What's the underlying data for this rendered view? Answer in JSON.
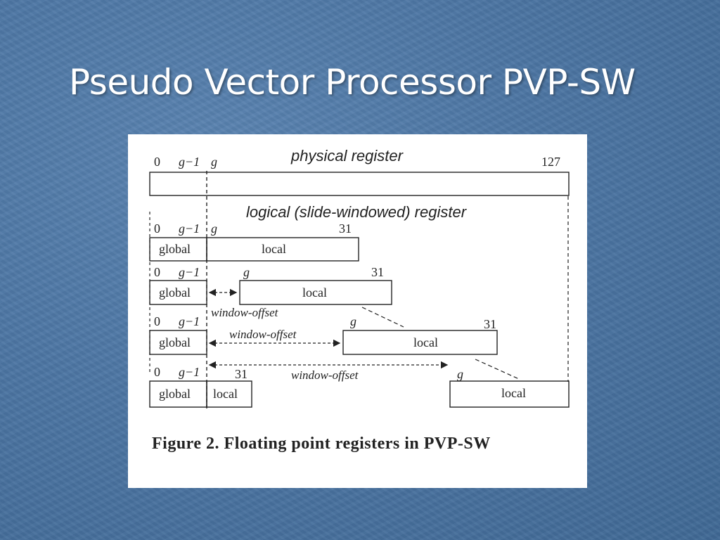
{
  "slide": {
    "title": "Pseudo Vector Processor PVP-SW"
  },
  "figure": {
    "physical": {
      "label": "physical register",
      "tick_0": "0",
      "tick_g_minus_1": "g−1",
      "tick_g": "g",
      "tick_127": "127"
    },
    "logical_label": "logical (slide-windowed) register",
    "rows": [
      {
        "tick_0": "0",
        "tick_g_minus_1": "g−1",
        "tick_g": "g",
        "tick_31": "31",
        "global": "global",
        "local": "local",
        "offset": ""
      },
      {
        "tick_0": "0",
        "tick_g_minus_1": "g−1",
        "tick_g": "g",
        "tick_31": "31",
        "global": "global",
        "local": "local",
        "offset": "window-offset"
      },
      {
        "tick_0": "0",
        "tick_g_minus_1": "g−1",
        "tick_g": "g",
        "tick_31": "31",
        "global": "global",
        "local": "local",
        "offset": "window-offset"
      },
      {
        "tick_0": "0",
        "tick_g_minus_1": "g−1",
        "tick_g": "g",
        "tick_31": "31",
        "global": "global",
        "local_left": "local",
        "local": "local",
        "offset": "window-offset"
      }
    ],
    "caption": "Figure 2. Floating point registers in PVP-SW"
  }
}
